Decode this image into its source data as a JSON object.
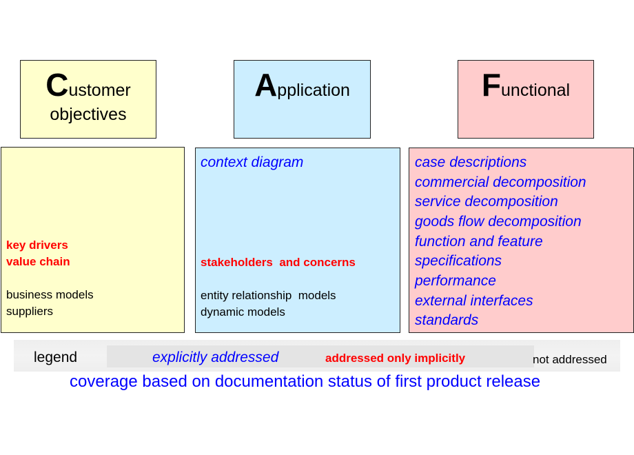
{
  "headers": {
    "customer": {
      "initial": "C",
      "rest": "ustomer",
      "line2": "objectives",
      "color": "#ffffcc"
    },
    "application": {
      "initial": "A",
      "rest": "pplication",
      "color": "#cceeff"
    },
    "functional": {
      "initial": "F",
      "rest": "unctional",
      "color": "#ffcccc"
    }
  },
  "customer_box": {
    "implicit": [
      "key drivers",
      "value chain"
    ],
    "not_addressed": [
      "business models",
      "suppliers"
    ]
  },
  "application_box": {
    "explicit": [
      "context diagram"
    ],
    "implicit": [
      "stakeholders  and concerns"
    ],
    "not_addressed": [
      "entity relationship  models",
      "dynamic models"
    ]
  },
  "functional_box": {
    "explicit": [
      "case descriptions",
      "commercial decomposition",
      "service decomposition",
      "goods flow decomposition",
      "function and feature",
      "specifications",
      "performance",
      "external interfaces",
      "standards"
    ]
  },
  "legend": {
    "title": "legend",
    "explicit": "explicitly addressed",
    "implicit": "addressed only implicitly",
    "not_addressed": "not addressed"
  },
  "caption": "coverage based on documentation status of first product release",
  "colors": {
    "explicit": "#0000ff",
    "implicit": "#ff0000",
    "not_addressed": "#000000"
  }
}
